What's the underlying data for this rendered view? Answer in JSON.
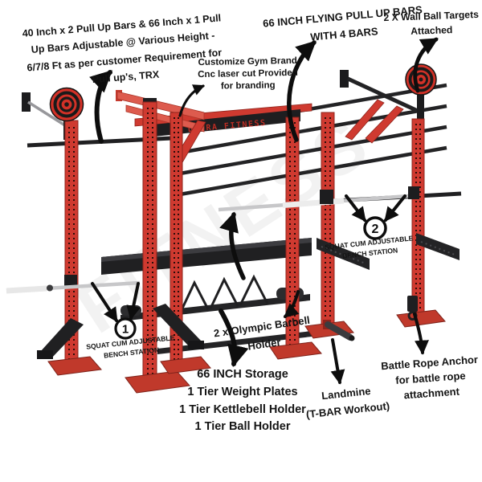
{
  "product": {
    "brand_plate_text": "DOORA FITNESS",
    "watermark_text": "FITNESS"
  },
  "colors": {
    "rack_red": "#cf3a30",
    "rack_red_dark": "#8e241c",
    "base_red": "#c0392b",
    "bar_black": "#202022",
    "chrome": "#c7c7c9",
    "annotation_text": "#141414",
    "target_red": "#d23127"
  },
  "annotations": {
    "pullup_bars": {
      "lines": [
        "40 Inch x 2 Pull Up Bars & 66 Inch x 1 Pull",
        "Up Bars Adjustable @ Various Height -",
        "6/7/8 Ft as per customer Requirement for",
        "Pull up's, TRX"
      ]
    },
    "branding": {
      "lines": [
        "Customize Gym Brand",
        "Cnc laser cut Provided",
        "for branding"
      ]
    },
    "flying_bars": {
      "lines": [
        "66 INCH FLYING PULL UP BARS",
        "WITH 4 BARS"
      ]
    },
    "wall_ball": {
      "lines": [
        "2 X Wall Ball Targets",
        "Attached"
      ]
    },
    "station2": {
      "number": "2",
      "lines": [
        "SQUAT CUM ADJUSTABLE",
        "BENCH STATION"
      ]
    },
    "station1": {
      "number": "1",
      "lines": [
        "SQUAT CUM ADJUSTABLE",
        "BENCH STATION"
      ]
    },
    "olympic_holder": {
      "lines": [
        "2 x Olympic Barbell",
        "Holder"
      ]
    },
    "storage": {
      "lines": [
        "66 INCH Storage",
        "1 Tier Weight Plates",
        "1 Tier Kettlebell Holder",
        "1 Tier Ball Holder"
      ]
    },
    "landmine": {
      "lines": [
        "Landmine",
        "(T-BAR Workout)"
      ]
    },
    "battle_rope": {
      "lines": [
        "Battle Rope Anchor",
        "for battle rope",
        "attachment"
      ]
    }
  }
}
